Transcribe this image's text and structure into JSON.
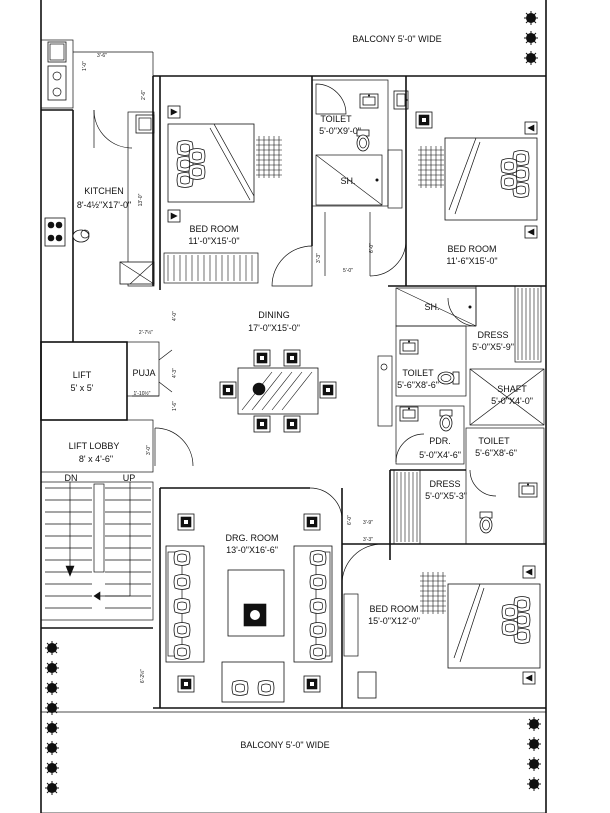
{
  "labels": {
    "balcony_top": "BALCONY 5'-0\" WIDE",
    "balcony_bottom": "BALCONY 5'-0\" WIDE",
    "kitchen_name": "KITCHEN",
    "kitchen_size": "8'-4½\"X17'-0\"",
    "bed1_name": "BED ROOM",
    "bed1_size": "11'-0\"X15'-0\"",
    "toilet1_name": "TOILET",
    "toilet1_size": "5'-0\"X9'-0\"",
    "sh1": "SH.",
    "bed2_name": "BED ROOM",
    "bed2_size": "11'-6\"X15'-0\"",
    "sh2": "SH.",
    "dress1_name": "DRESS",
    "dress1_size": "5'-0\"X5'-9\"",
    "dining_name": "DINING",
    "dining_size": "17'-0\"X15'-0\"",
    "lift_name": "LIFT",
    "lift_size": "5' x 5'",
    "puja_name": "PUJA",
    "toilet2_name": "TOILET",
    "toilet2_size": "5'-6\"X8'-6\"",
    "shaft_name": "SHAFT",
    "shaft_size": "5'-0\"X4'-0\"",
    "liftlobby_name": "LIFT LOBBY",
    "liftlobby_size": "8' x 4'-6\"",
    "dn": "DN",
    "up": "UP",
    "pdr_name": "PDR.",
    "pdr_size": "5'-0\"X4'-6\"",
    "toilet3_name": "TOILET",
    "toilet3_size": "5'-6\"X8'-6\"",
    "dress2_name": "DRESS",
    "dress2_size": "5'-0\"X5'-3\"",
    "drg_name": "DRG. ROOM",
    "drg_size": "13'-0\"X16'-6\"",
    "bed3_name": "BED ROOM",
    "bed3_size": "15'-0\"X12'-0\""
  },
  "dimensions": {
    "d_sink": "3'-6\"",
    "d_vert1": "1'-0\"",
    "d_kitchen_top": "2'-6\"",
    "d_kitchen_side": "13'-0\"",
    "d_lobby_a": "3'-3\"",
    "d_lobby_b": "5'-0\"",
    "d_lobby_c": "6'-0\"",
    "d_dining_side": "4'-0\"",
    "d_puja_top": "2'-7½\"",
    "d_puja_side": "4'-3\"",
    "d_puja_small": "1'-10½\"",
    "d_puja_low": "1'-6\"",
    "d_lobby_door": "3'-0\"",
    "d_dress_a": "3'-9\"",
    "d_dress_b": "3'-3\"",
    "d_dress_c": "6'-0\"",
    "d_balcony": "6'-2½\""
  }
}
